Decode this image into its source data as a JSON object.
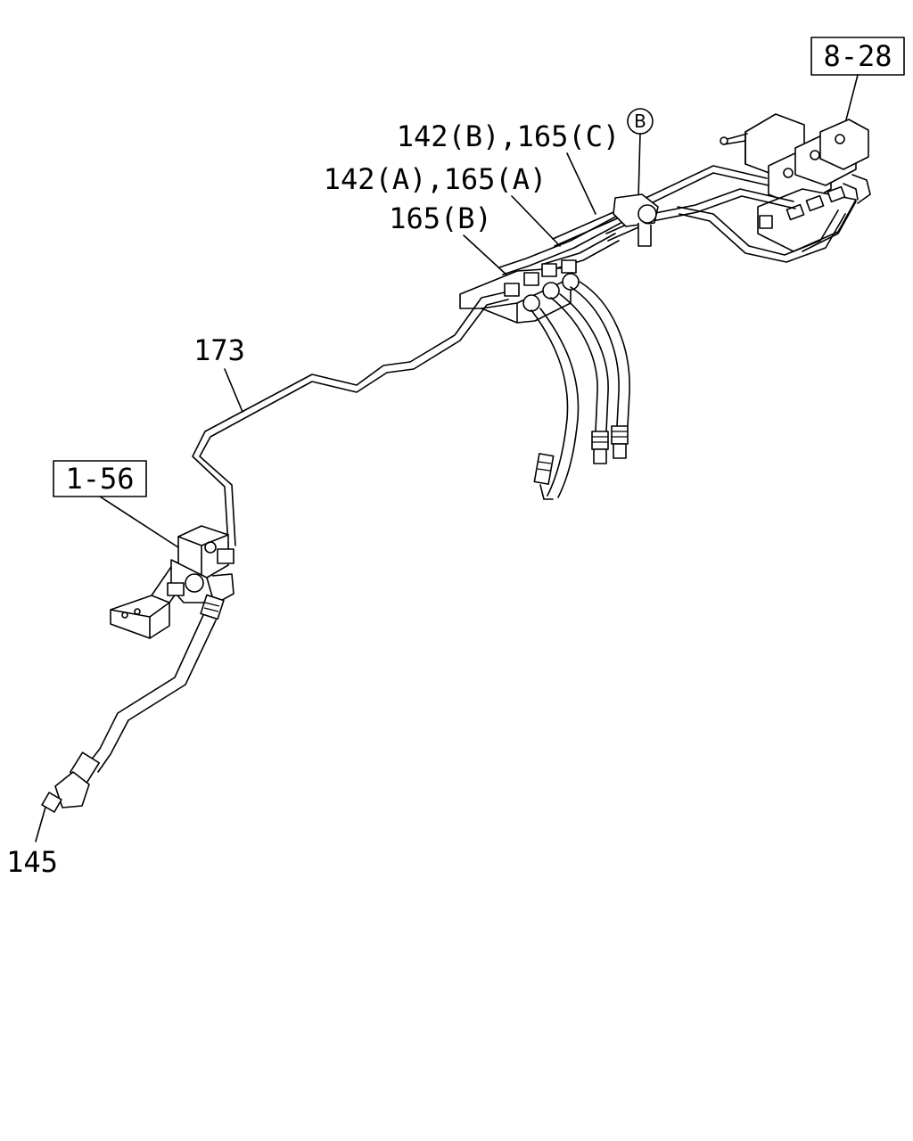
{
  "diagram": {
    "ref_boxes": [
      {
        "id": "ref-8-28",
        "text": "8-28"
      },
      {
        "id": "ref-1-56",
        "text": "1-56"
      }
    ],
    "callouts": [
      {
        "id": "callout-142b-165c",
        "text": "142(B),165(C)"
      },
      {
        "id": "callout-142a-165a",
        "text": "142(A),165(A)"
      },
      {
        "id": "callout-165b",
        "text": "165(B)"
      },
      {
        "id": "callout-173",
        "text": "173"
      },
      {
        "id": "callout-145",
        "text": "145"
      }
    ],
    "circle_marker": {
      "text": "B"
    }
  }
}
